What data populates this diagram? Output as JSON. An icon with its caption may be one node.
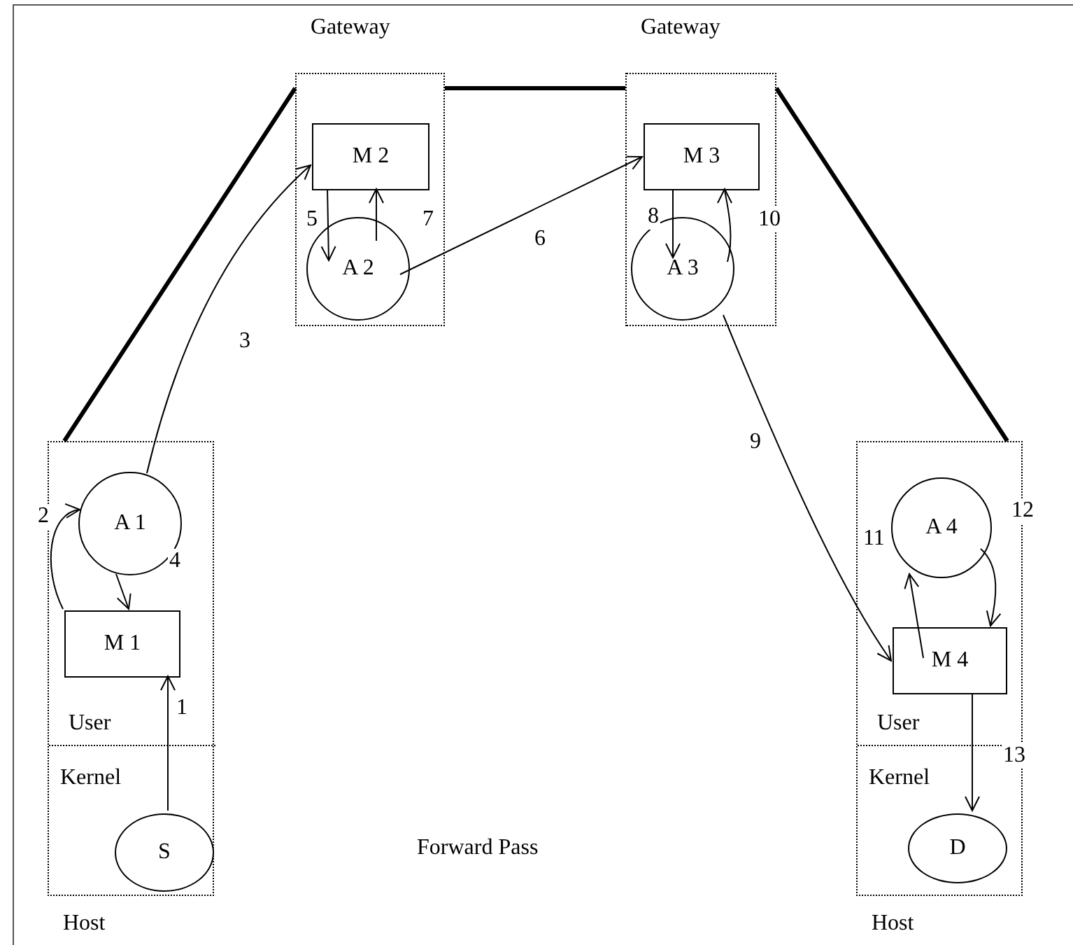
{
  "diagram": {
    "nodes": [
      {
        "text": [
          "Gateway"
        ]
      },
      {
        "text": [
          "M 2"
        ],
        "in": 0
      },
      {
        "text": [
          "A 2"
        ],
        "in": 0
      },
      {
        "text": [
          "Gateway"
        ]
      },
      {
        "text": [
          "M 3"
        ],
        "in": 3
      },
      {
        "text": [
          "A 3"
        ],
        "in": 3
      },
      {
        "text": [
          "Host"
        ]
      },
      {
        "text": [
          "User"
        ],
        "in": 6
      },
      {
        "text": [
          "A 1"
        ],
        "in": 7
      },
      {
        "text": [
          "M 1"
        ],
        "in": 7
      },
      {
        "text": [
          "Kernel"
        ],
        "in": 6
      },
      {
        "text": [
          "S"
        ],
        "in": 10
      },
      {
        "text": [
          "Host"
        ]
      },
      {
        "text": [
          "User"
        ],
        "in": 12
      },
      {
        "text": [
          "A 4"
        ],
        "in": 13
      },
      {
        "text": [
          "M 4"
        ],
        "in": 13
      },
      {
        "text": [
          "Kernel"
        ],
        "in": 12
      },
      {
        "text": [
          "D"
        ],
        "in": 16
      }
    ],
    "edges": [
      {
        "from": 11,
        "to": 9,
        "arrow": "to",
        "label": "1"
      },
      {
        "from": 9,
        "to": 8,
        "arrow": "to",
        "label": "2"
      },
      {
        "from": 8,
        "to": 1,
        "arrow": "to",
        "label": "3"
      },
      {
        "from": 8,
        "to": 9,
        "arrow": "to",
        "label": "4"
      },
      {
        "from": 1,
        "to": 2,
        "arrow": "to",
        "label": "5"
      },
      {
        "from": 2,
        "to": 4,
        "arrow": "to",
        "label": "6"
      },
      {
        "from": 2,
        "to": 1,
        "arrow": "to",
        "label": "7"
      },
      {
        "from": 4,
        "to": 5,
        "arrow": "to",
        "label": "8"
      },
      {
        "from": 5,
        "to": 15,
        "arrow": "to",
        "label": "9"
      },
      {
        "from": 5,
        "to": 4,
        "arrow": "to",
        "label": "10"
      },
      {
        "from": 15,
        "to": 14,
        "arrow": "to",
        "label": "11"
      },
      {
        "from": 14,
        "to": 15,
        "arrow": "to",
        "label": "12"
      },
      {
        "from": 15,
        "to": 17,
        "arrow": "to",
        "label": "13"
      },
      {
        "from": 6,
        "to": 0,
        "arrow": "none",
        "style": "thick"
      },
      {
        "from": 0,
        "to": 3,
        "arrow": "none",
        "style": "thick"
      },
      {
        "from": 3,
        "to": 12,
        "arrow": "none",
        "style": "thick"
      }
    ],
    "labels": [
      "Forward Pass"
    ]
  }
}
